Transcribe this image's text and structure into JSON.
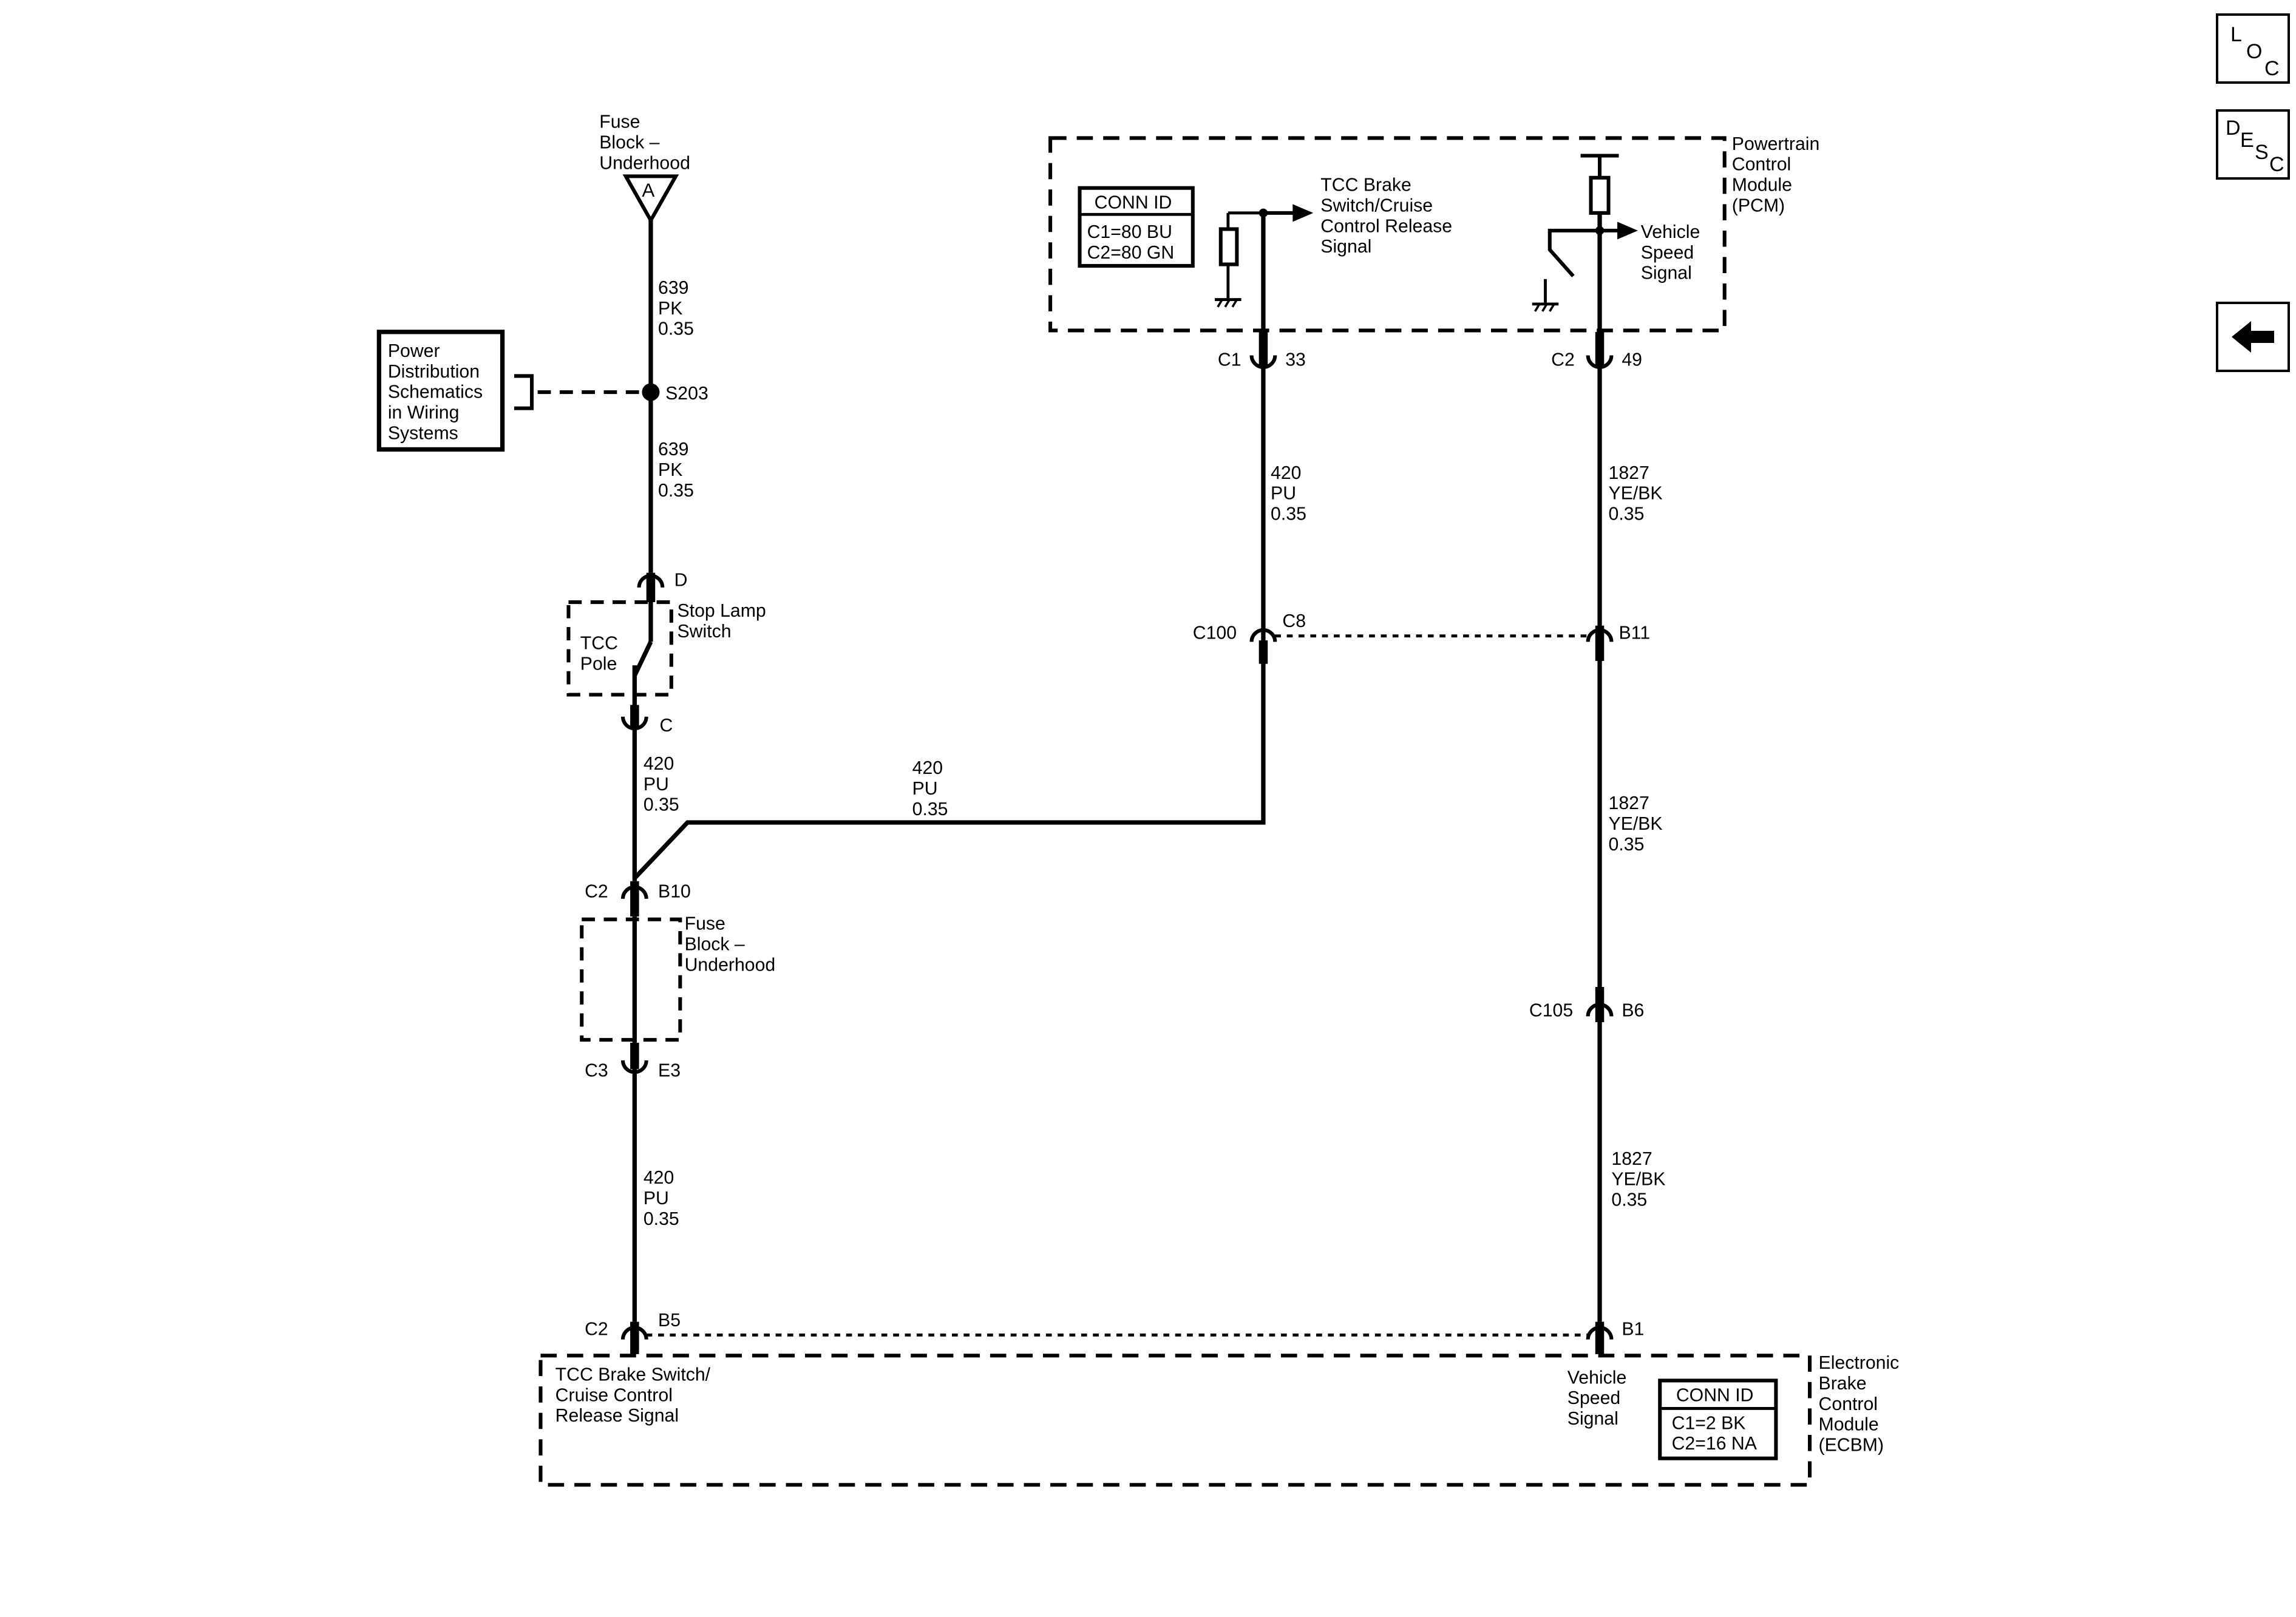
{
  "nav": {
    "loc_letters": [
      "L",
      "O",
      "C"
    ],
    "desc_letters": [
      "D",
      "E",
      "S",
      "C"
    ],
    "back_icon": "left-arrow-icon"
  },
  "fuse_block_top": {
    "label": [
      "Fuse",
      "Block –",
      "Underhood"
    ],
    "terminal": "A"
  },
  "wire_639_a": [
    "639",
    "PK",
    "0.35"
  ],
  "wire_639_b": [
    "639",
    "PK",
    "0.35"
  ],
  "splice": "S203",
  "power_dist_box": [
    "Power",
    "Distribution",
    "Schematics",
    "in Wiring",
    "Systems"
  ],
  "stop_lamp": {
    "pin_top": "D",
    "pin_bottom": "C",
    "pole": [
      "TCC",
      "Pole"
    ],
    "label": [
      "Stop Lamp",
      "Switch"
    ]
  },
  "wire_420_left1": [
    "420",
    "PU",
    "0.35"
  ],
  "wire_420_cross": [
    "420",
    "PU",
    "0.35"
  ],
  "wire_420_pcm": [
    "420",
    "PU",
    "0.35"
  ],
  "wire_420_left2": [
    "420",
    "PU",
    "0.35"
  ],
  "fuse_block_mid": {
    "label": [
      "Fuse",
      "Block –",
      "Underhood"
    ],
    "top_conn": "C2",
    "top_pin": "B10",
    "bottom_conn": "C3",
    "bottom_pin": "E3"
  },
  "pcm": {
    "name": [
      "Powertrain",
      "Control",
      "Module",
      "(PCM)"
    ],
    "conn_id_title": "CONN ID",
    "conn_id_rows": [
      "C1=80 BU",
      "C2=80 GN"
    ],
    "tcc_signal": [
      "TCC Brake",
      "Switch/Cruise",
      "Control Release",
      "Signal"
    ],
    "vss_signal": [
      "Vehicle",
      "Speed",
      "Signal"
    ],
    "c1": "C1",
    "c1_pin": "33",
    "c2": "C2",
    "c2_pin": "49"
  },
  "c100": {
    "conn": "C100",
    "pin_left": "C8",
    "pin_right": "B11"
  },
  "c105": {
    "conn": "C105",
    "pin": "B6"
  },
  "wire_1827_a": [
    "1827",
    "YE/BK",
    "0.35"
  ],
  "wire_1827_b": [
    "1827",
    "YE/BK",
    "0.35"
  ],
  "wire_1827_c": [
    "1827",
    "YE/BK",
    "0.35"
  ],
  "ecbm": {
    "name": [
      "Electronic",
      "Brake",
      "Control",
      "Module",
      "(ECBM)"
    ],
    "conn_id_title": "CONN ID",
    "conn_id_rows": [
      "C1=2 BK",
      "C2=16 NA"
    ],
    "tcc_signal": [
      "TCC Brake Switch/",
      "Cruise Control",
      "Release Signal"
    ],
    "vss_signal": [
      "Vehicle",
      "Speed",
      "Signal"
    ],
    "conn_left": "C2",
    "pin_left": "B5",
    "pin_right": "B1"
  }
}
